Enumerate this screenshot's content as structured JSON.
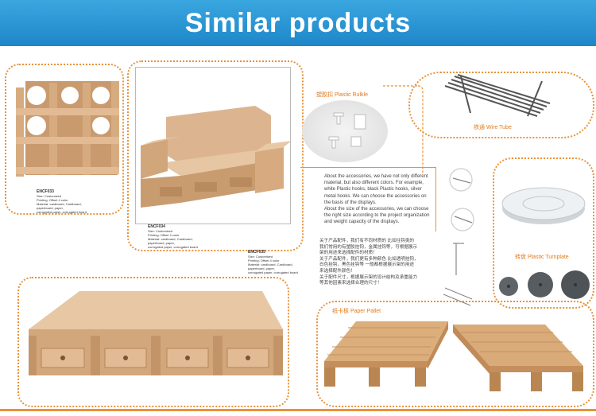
{
  "banner": {
    "title": "Similar products"
  },
  "products": {
    "shelf": {
      "code": "ENCF033",
      "lines": [
        "Size: Customized",
        "Printing: Offset 4 color",
        "Material: cardboard, Cardboard,",
        "paperboard, paper,",
        "corrugated paper, corrugated board"
      ]
    },
    "sofa": {
      "code": "ENCF034",
      "lines": [
        "Size: Customized",
        "Printing: Offset 4 color",
        "Material: cardboard, Cardboard,",
        "paperboard, paper,",
        "corrugated paper, corrugated board"
      ]
    },
    "bed": {
      "code": "ENCF035",
      "lines": [
        "Size: Customized",
        "Printing: Offset 4 color",
        "Material: cardboard, Cardboard,",
        "paperboard, paper,",
        "corrugated paper, corrugated board"
      ]
    }
  },
  "accessories": {
    "plastic_rukle": "塑胶扣 Plastic Rulkle",
    "wire_tube": "铁通 Wire Tube",
    "plastic_turnplate": "转盘 Plastic Turnplate",
    "paper_pallet": "纸卡板 Paper Pallet"
  },
  "notes": {
    "english": [
      "About the accessories, we have not only different",
      "material, but also different colors. For example,",
      "white Plastic hooks, black Plastic hooks, silver",
      "metal hooks. We can choose the accessories on",
      "the basis of the displays.",
      "About the size of the accessories, we can choose",
      "the right size according to the project organization",
      "and weight capacity of the displays."
    ],
    "chinese": [
      "关于产品配件，我们有不同材质的 比如往钩类的",
      "我们常用的有塑胶挂钩，金属挂钩等，可根据展示",
      "架的用途来选择配件的材质！",
      "关于产品配件，我们更有多种颜色 比如透明挂钩，",
      "白色挂钩，黑色挂钩等 一般都根据展示架的用途",
      "来选择配件颜色！",
      "关于配件尺寸，根据展示架的设计结构及承重能力",
      "等其他因素来选择合理的尺寸！"
    ]
  },
  "colors": {
    "banner": "#1e86c9",
    "accent": "#e8923a",
    "cardboard": "#d9b08c"
  }
}
